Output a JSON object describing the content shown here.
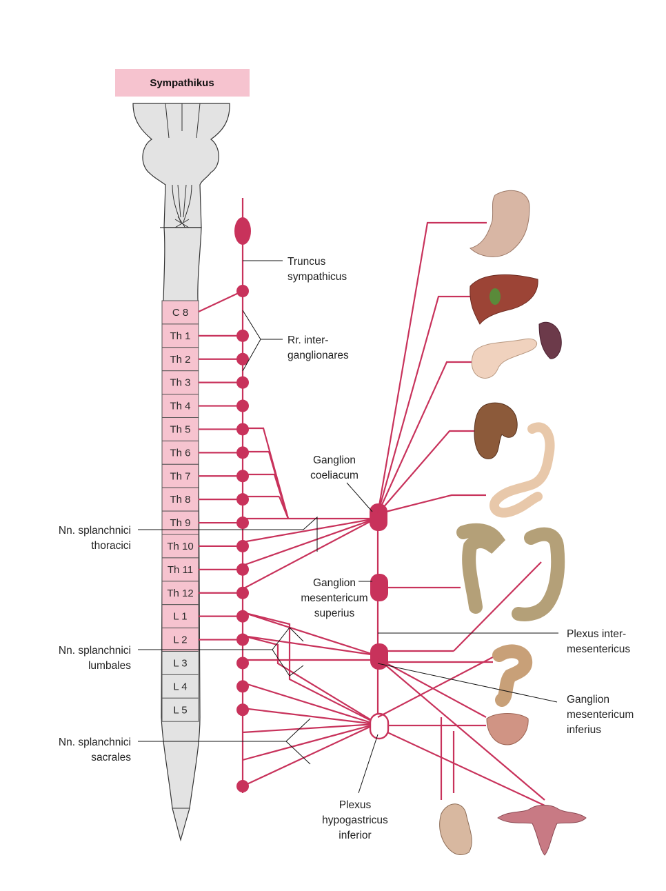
{
  "header": {
    "title": "Sympathikus"
  },
  "colors": {
    "nerve": "#c8325b",
    "segment_pink": "#f6c3cf",
    "segment_gray": "#e3e3e3",
    "header_fill": "#f6c3cf",
    "cord_fill": "#e3e3e3"
  },
  "segments": [
    {
      "label": "C 8",
      "sympathetic": true
    },
    {
      "label": "Th 1",
      "sympathetic": true
    },
    {
      "label": "Th 2",
      "sympathetic": true
    },
    {
      "label": "Th 3",
      "sympathetic": true
    },
    {
      "label": "Th 4",
      "sympathetic": true
    },
    {
      "label": "Th 5",
      "sympathetic": true
    },
    {
      "label": "Th 6",
      "sympathetic": true
    },
    {
      "label": "Th 7",
      "sympathetic": true
    },
    {
      "label": "Th 8",
      "sympathetic": true
    },
    {
      "label": "Th 9",
      "sympathetic": true
    },
    {
      "label": "Th 10",
      "sympathetic": true
    },
    {
      "label": "Th 11",
      "sympathetic": true
    },
    {
      "label": "Th 12",
      "sympathetic": true
    },
    {
      "label": "L 1",
      "sympathetic": true
    },
    {
      "label": "L 2",
      "sympathetic": true
    },
    {
      "label": "L 3",
      "sympathetic": false
    },
    {
      "label": "L 4",
      "sympathetic": false
    },
    {
      "label": "L 5",
      "sympathetic": false
    }
  ],
  "labels": {
    "truncus": [
      "Truncus",
      "sympathicus"
    ],
    "rr_inter": [
      "Rr. inter-",
      "ganglionares"
    ],
    "ganglion_coeliacum": [
      "Ganglion",
      "coeliacum"
    ],
    "ganglion_mes_sup": [
      "Ganglion",
      "mesentericum",
      "superius"
    ],
    "plexus_intermes": [
      "Plexus inter-",
      "mesentericus"
    ],
    "ganglion_mes_inf": [
      "Ganglion",
      "mesentericum",
      "inferius"
    ],
    "plexus_hypogastricus": [
      "Plexus",
      "hypogastricus",
      "inferior"
    ],
    "nn_thoracici": [
      "Nn. splanchnici",
      "thoracici"
    ],
    "nn_lumbales": [
      "Nn. splanchnici",
      "lumbales"
    ],
    "nn_sacrales": [
      "Nn. splanchnici",
      "sacrales"
    ]
  },
  "organs": [
    {
      "name": "stomach-icon"
    },
    {
      "name": "liver-icon"
    },
    {
      "name": "pancreas-icon"
    },
    {
      "name": "spleen-icon"
    },
    {
      "name": "kidney-icon"
    },
    {
      "name": "small-intestine-icon"
    },
    {
      "name": "ascending-colon-icon"
    },
    {
      "name": "descending-colon-icon"
    },
    {
      "name": "sigmoid-rectum-icon"
    },
    {
      "name": "bladder-icon"
    },
    {
      "name": "male-genitalia-icon"
    },
    {
      "name": "uterus-icon"
    }
  ]
}
